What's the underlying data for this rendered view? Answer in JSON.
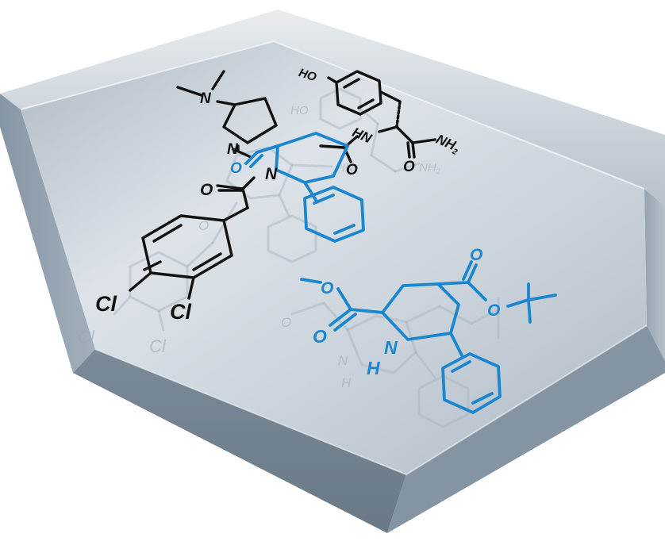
{
  "colors": {
    "background": "#ffffff",
    "slab_top": "#c6d0da",
    "slab_side": "#7e8d9b",
    "bond_black": "#111111",
    "bond_blue": "#1a86cf"
  },
  "molecule_upper": {
    "atoms": {
      "ho": "HO",
      "hn": "HN",
      "nh2": "NH",
      "nh2_sub": "2",
      "n_dimethyl": "N",
      "n_pyrrolidine": "N",
      "n_piperidine": "N",
      "o_tyr_amide": "O",
      "o_blue_amide": "O",
      "o_inner_amide": "O",
      "o_acyl": "O",
      "cl_1": "Cl",
      "cl_2": "Cl"
    }
  },
  "molecule_lower": {
    "atoms": {
      "o_ester_carbonyl": "O",
      "o_ester_ether": "O",
      "o_tbu_carbonyl": "O",
      "o_tbu_ether": "O",
      "n_ring": "N",
      "h_ring": "H"
    }
  },
  "reflection": {
    "atoms": {
      "ho": "HO",
      "hn": "HN",
      "nh2": "NH",
      "nh2_sub": "2",
      "cl_1": "Cl",
      "cl_2": "Cl",
      "o_1": "O",
      "o_2": "O",
      "n_1": "N",
      "h_1": "H"
    }
  }
}
